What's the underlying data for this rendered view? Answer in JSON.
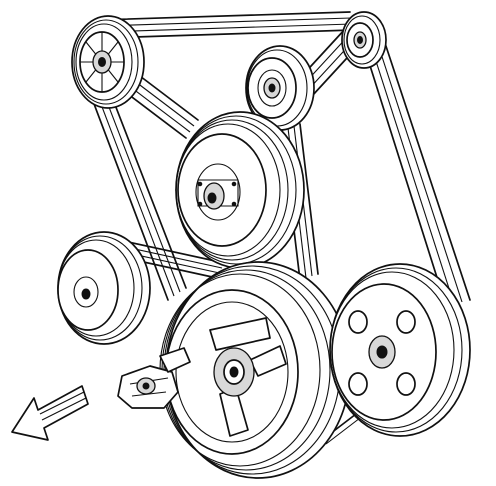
{
  "diagram": {
    "style": "line-art",
    "colors": {
      "line": "#111111",
      "background": "#ffffff",
      "shade": "#d8d8d8"
    },
    "components": [
      "idler-pulley-top-left",
      "idler-pulley-top-center",
      "idler-pulley-top-right",
      "center-pulley",
      "left-pulley",
      "crankshaft-pulley",
      "power-steering-pulley",
      "belt-tensioner",
      "drive-belt",
      "direction-arrow"
    ]
  }
}
